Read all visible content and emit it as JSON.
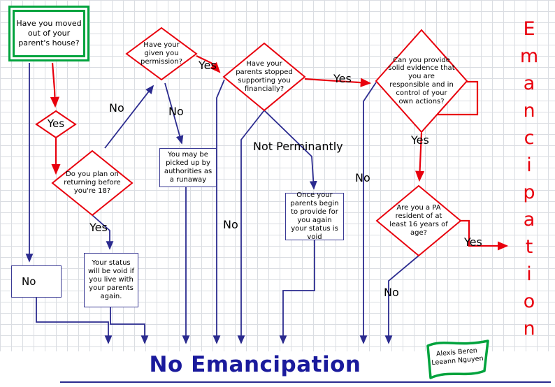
{
  "colors": {
    "red": "#e8000d",
    "green": "#00a33d",
    "navy": "#2b2b8f",
    "box_border": "#3a3a94",
    "title_blue": "#1a1a9c",
    "text": "#000000"
  },
  "nodes": {
    "start": {
      "label": "Have you moved out of your parent's house?"
    },
    "yes_gate": {
      "label": "Yes"
    },
    "permission": {
      "label": "Have your given you permission?"
    },
    "returning": {
      "label": "Do you plan on returning before you're 18?"
    },
    "financial": {
      "label": "Have your parents stopped supporting you financially?"
    },
    "evidence": {
      "label": "Can you provide solid evidence that you are responsible and in control of your own actions?"
    },
    "pa_resident": {
      "label": "Are you a PA resident of at least 16 years of age?"
    },
    "runaway": {
      "label": "You may be picked up by authorities as a runaway"
    },
    "provide_again": {
      "label": "Once your parents begin to provide for you again your status is void"
    },
    "status_void": {
      "label": "Your status will be void if you live with your parents again."
    },
    "no_box": {
      "label": "No"
    }
  },
  "edge_labels": {
    "returning_no": "No",
    "permission_no": "No",
    "permission_yes": "Yes",
    "financial_yes": "Yes",
    "financial_not_permanently": "Not Perminantly",
    "financial_no": "No",
    "returning_yes": "Yes",
    "evidence_yes": "Yes",
    "evidence_no": "No",
    "pa_yes": "Yes",
    "pa_no": "No"
  },
  "titles": {
    "bottom": "No Emancipation",
    "vertical": "Emancipation"
  },
  "vertical_letters": [
    "E",
    "m",
    "a",
    "n",
    "c",
    "i",
    "p",
    "a",
    "t",
    "i",
    "o",
    "n"
  ],
  "flag": {
    "line1": "Alexis Beren",
    "line2": "Leeann Nguyen"
  }
}
